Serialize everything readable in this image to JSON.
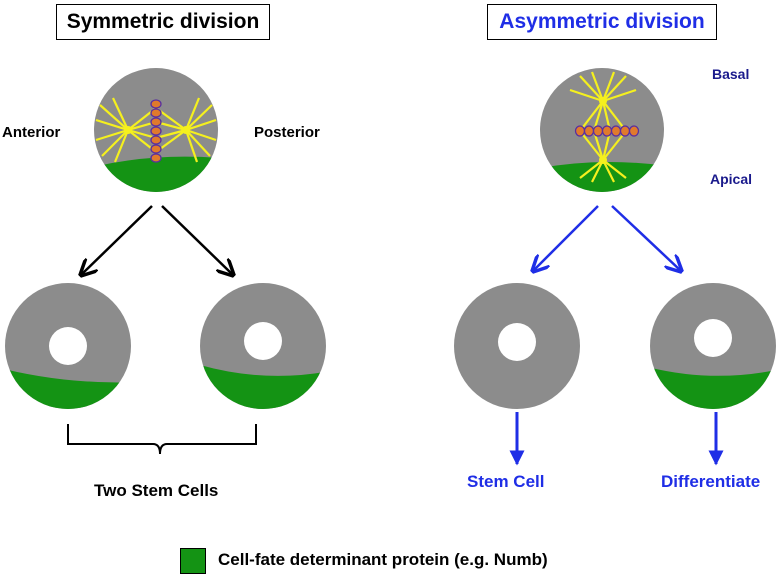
{
  "symmetric": {
    "title": "Symmetric division",
    "left_label": "Anterior",
    "right_label": "Posterior",
    "result_label": "Two Stem Cells"
  },
  "asymmetric": {
    "title": "Asymmetric division",
    "top_label": "Basal",
    "bottom_label": "Apical",
    "left_result": "Stem Cell",
    "right_result": "Differentiate"
  },
  "legend": {
    "text": "Cell-fate determinant protein (e.g. Numb)",
    "swatch_color": "#149314"
  },
  "colors": {
    "cell": "#8c8c8c",
    "determinant": "#149314",
    "spindle": "#f5f01e",
    "chromosome": "#e07a2c",
    "symmetric_accent": "#000000",
    "asymmetric_accent": "#1f2ee6",
    "asymmetric_label": "#1a1a8c"
  }
}
